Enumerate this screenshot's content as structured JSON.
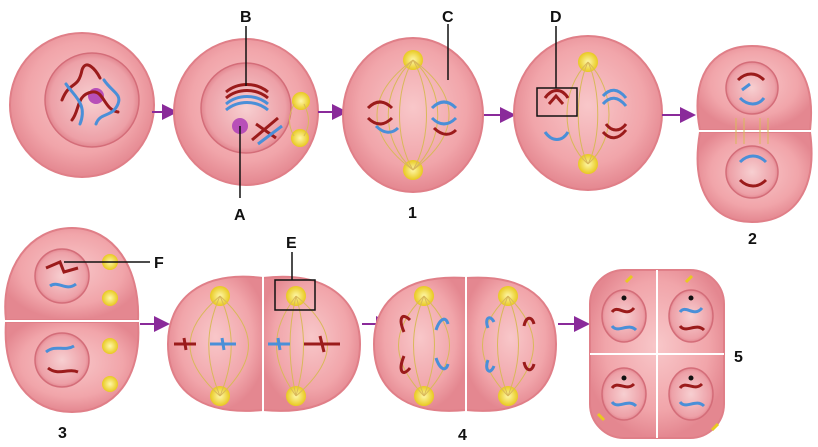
{
  "labels": {
    "A": "A",
    "B": "B",
    "C": "C",
    "D": "D",
    "E": "E",
    "F": "F"
  },
  "stage_numbers": {
    "n1": "1",
    "n2": "2",
    "n3": "3",
    "n4": "4",
    "n5": "5"
  },
  "colors": {
    "cell_fill": "#f2a8ad",
    "cell_edge": "#e07f88",
    "nucleus_fill": "#ec9aa1",
    "nucleus_inner": "#f6c4c7",
    "nucleolus": "#b84fb8",
    "red_chromosome": "#9b1b1b",
    "blue_chromosome": "#4a8fd8",
    "centrosome": "#f2e03a",
    "spindle": "#d9b85a",
    "arrow": "#8a2a9a",
    "label_line": "#111111"
  }
}
